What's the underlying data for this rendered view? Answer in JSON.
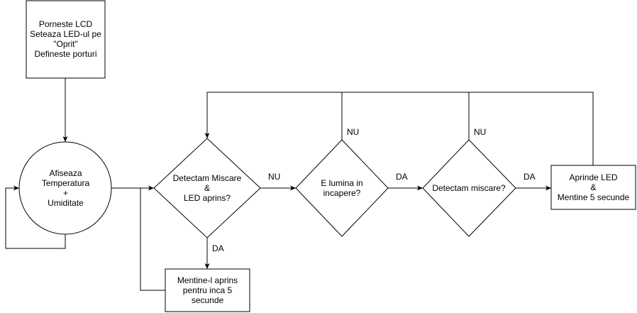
{
  "nodes": {
    "init": "Porneste LCD\nSeteaza LED-ul pe\n\"Oprit\"\nDefineste porturi",
    "display": "Afiseaza\nTemperatura\n+\nUmiditate",
    "detect_motion_led": "Detectam Miscare\n&\nLED aprins?",
    "light_in_room": "E lumina in\nincapere?",
    "detect_motion": "Detectam miscare?",
    "turn_on_led": "Aprinde LED\n&\nMentine 5 secunde",
    "keep_on": "Mentine-l aprins\npentru inca 5\nsecunde"
  },
  "edges": {
    "motion_led_no": "NU",
    "motion_led_yes": "DA",
    "light_no": "NU",
    "light_yes": "DA",
    "motion_no": "NU",
    "motion_yes": "DA"
  }
}
